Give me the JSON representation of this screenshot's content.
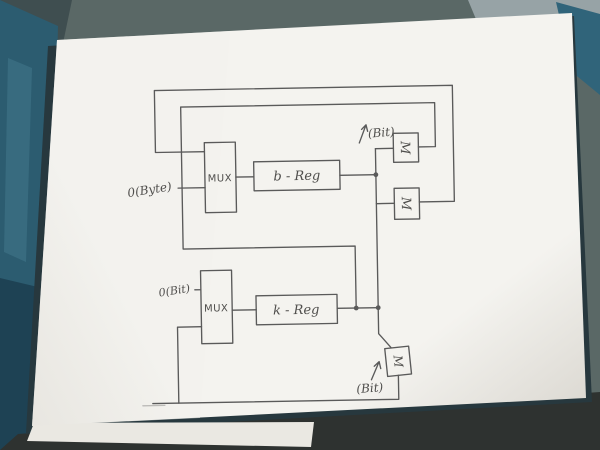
{
  "photo": {
    "scene": "pencil hand-drawn register/MUX logic diagram on a white sheet of paper lying on a teal desk"
  },
  "colors": {
    "pencil": "#5a5a5a",
    "ink_text": "#4f4e4c",
    "paper_light": "#f4f3ef",
    "paper_shade": "#d9d6cf",
    "under_sheet": "#eae8e2",
    "desk_gray": "#5a6866",
    "desk_gray_light": "#97a3a6",
    "desk_corner_dark": "#3f4e50",
    "teal_patch": "#30647a",
    "desk_teal": "#2c5c70",
    "desk_teal_streak": "#3f7387",
    "desk_teal_dark": "#1e4254",
    "desk_shadow": "#27383e",
    "bottom_dark": "#2e3230"
  },
  "diagram": {
    "blocks": {
      "mux_top": {
        "label": "MUX"
      },
      "b_reg": {
        "label": "b - Reg"
      },
      "m_top": {
        "label": "M"
      },
      "m_mid": {
        "label": "M"
      },
      "mux_bottom": {
        "label": "MUX"
      },
      "k_reg": {
        "label": "k - Reg"
      },
      "m_bottom": {
        "label": "M"
      }
    },
    "labels": {
      "byte_input": "0(Byte)",
      "bit_input": "0(Bit)",
      "bit_top": "(Bit)",
      "bit_bottom": "(Bit)"
    }
  }
}
